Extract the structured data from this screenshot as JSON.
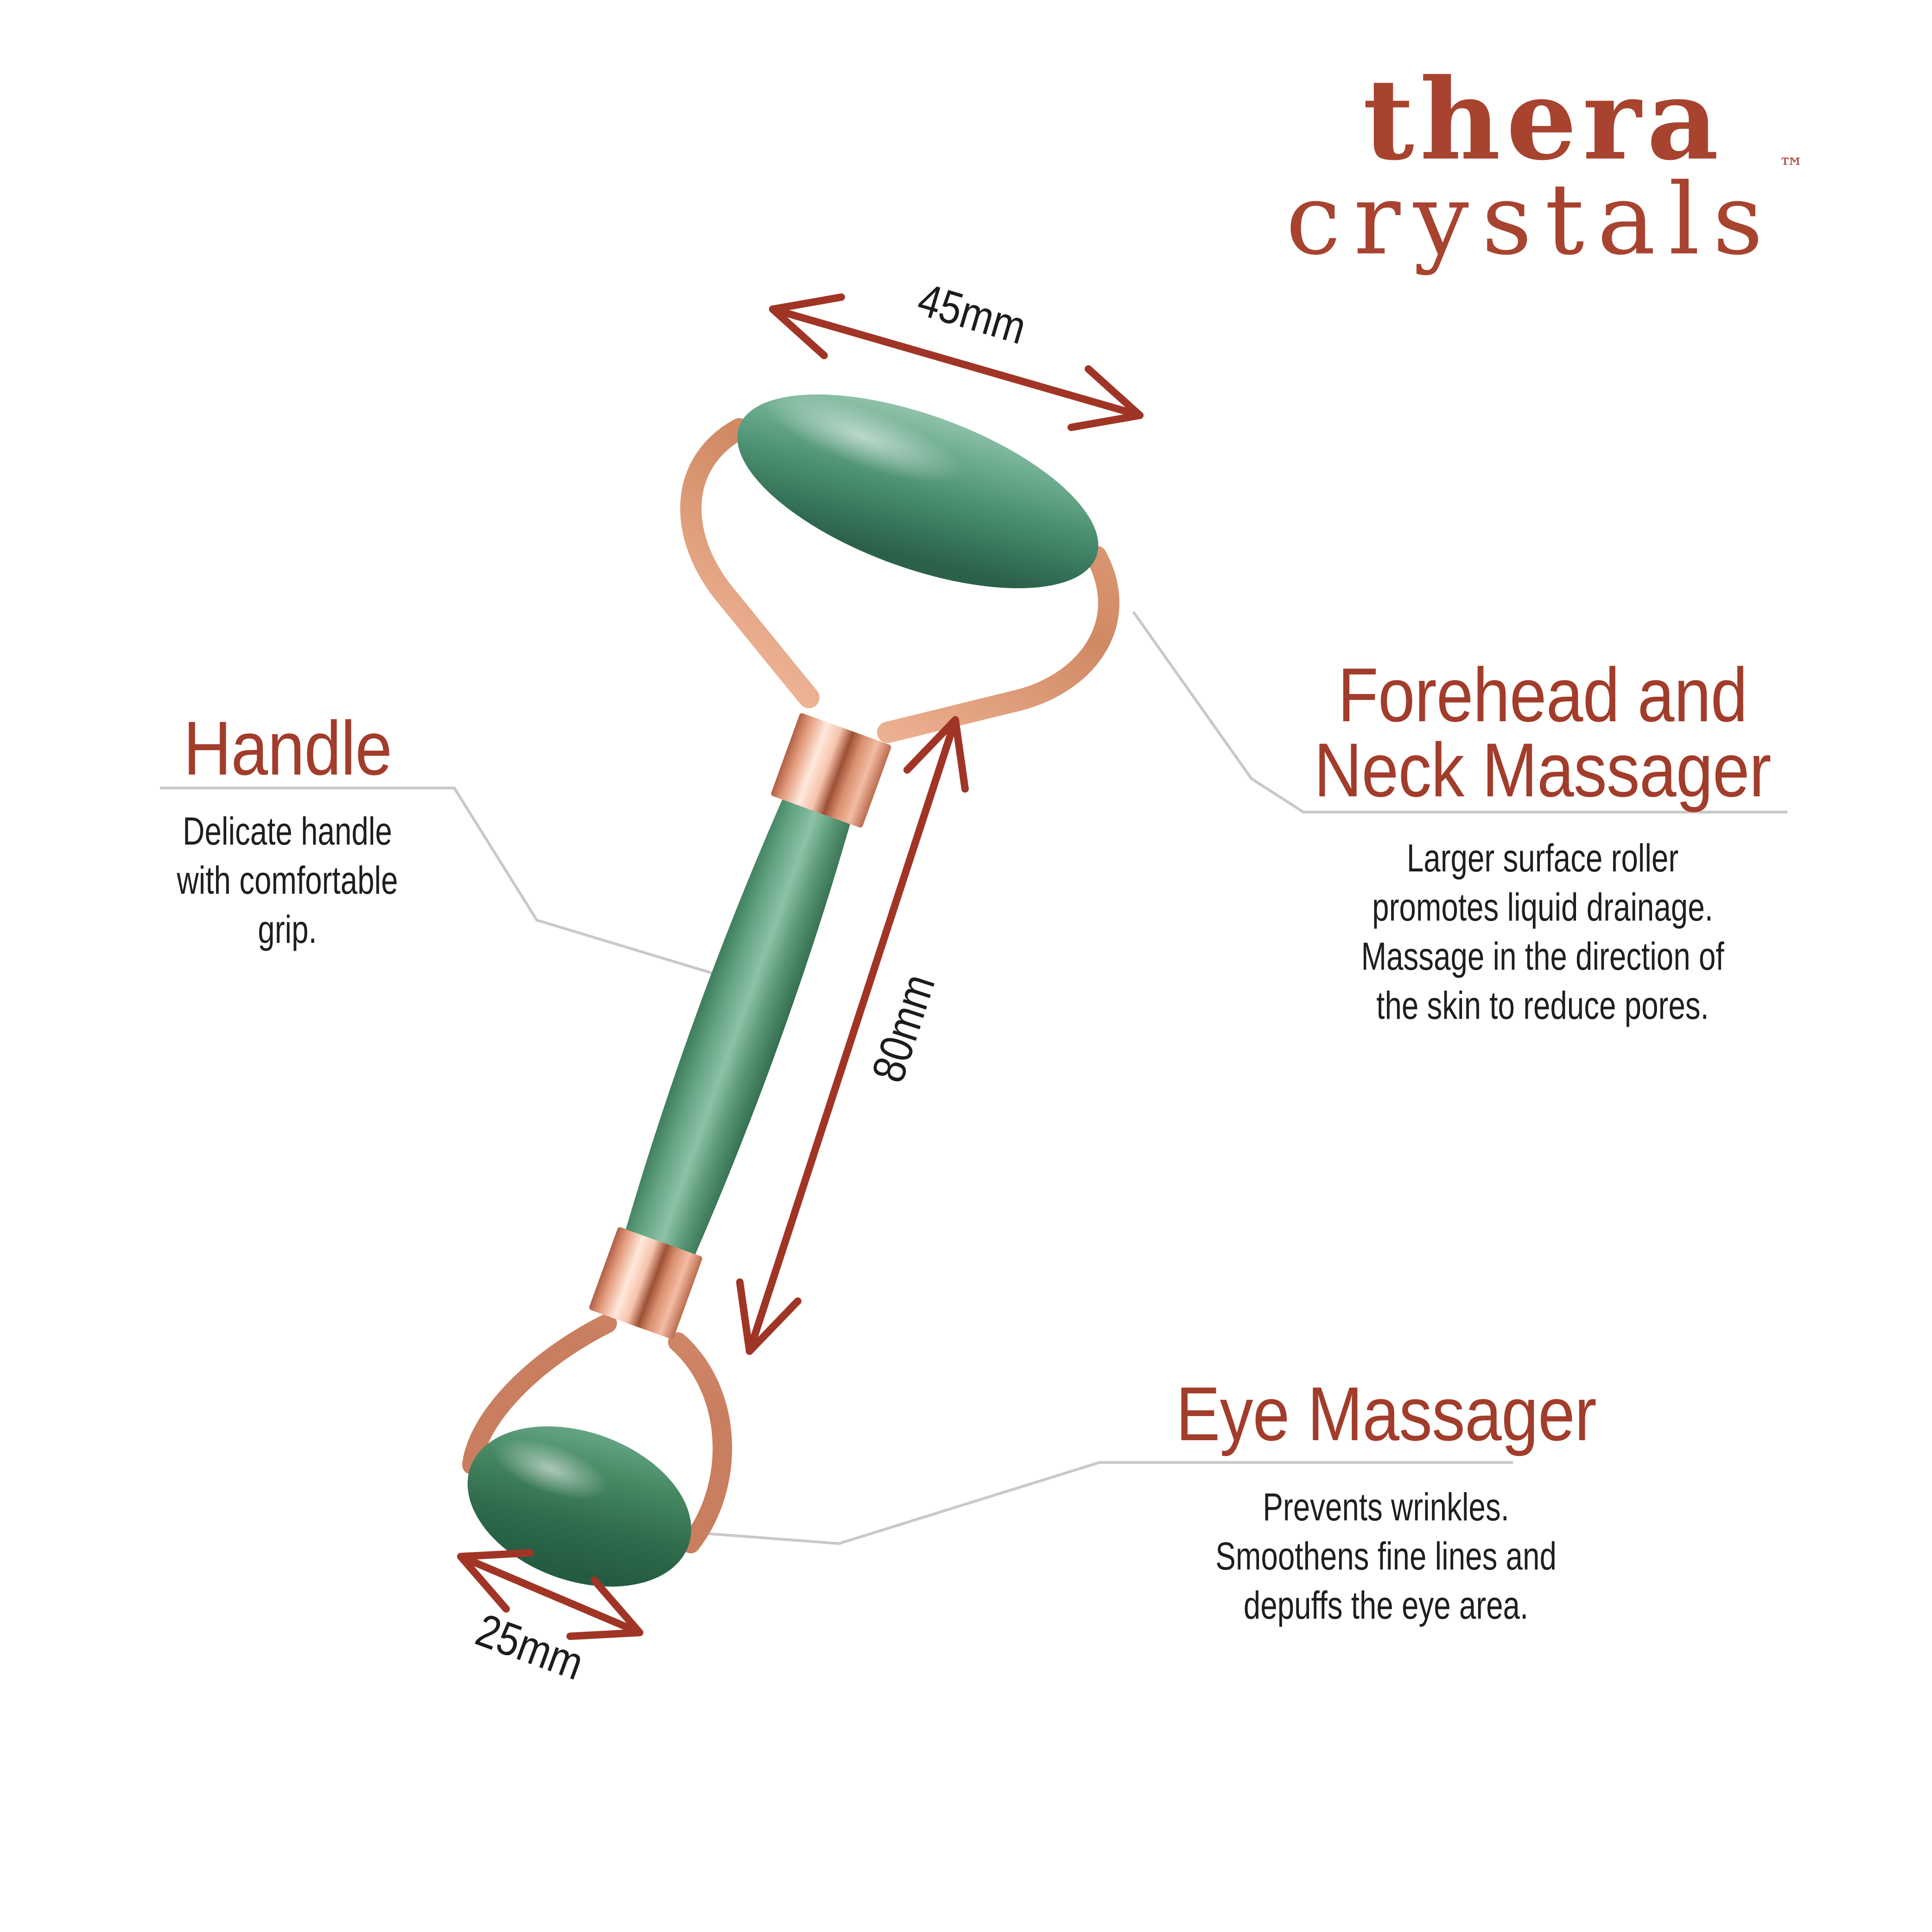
{
  "logo": {
    "thera": "thera",
    "crystals": "crystals",
    "tm": "™"
  },
  "dimensions": {
    "top_roller": "45mm",
    "handle_length": "80mm",
    "eye_roller": "25mm"
  },
  "sections": {
    "handle": {
      "title": "Handle",
      "body": [
        "Delicate handle",
        "with comfortable",
        "grip."
      ]
    },
    "forehead": {
      "title": [
        "Forehead and",
        "Neck Massager"
      ],
      "body": [
        "Larger surface roller",
        "promotes liquid drainage.",
        "Massage in the direction of",
        "the skin to reduce pores."
      ]
    },
    "eye": {
      "title": "Eye Massager",
      "body": [
        "Prevents wrinkles.",
        "Smoothens fine lines and",
        "depuffs the eye area."
      ]
    }
  },
  "colors": {
    "brand_red": "#A8432F",
    "heading_red": "#A23C2B",
    "arrow_red": "#A03526",
    "body_text": "#1E1E1E",
    "callout_gray": "#C9C9C9",
    "jade_green": "#5FA07F",
    "rose_gold": "#EFAE90"
  }
}
